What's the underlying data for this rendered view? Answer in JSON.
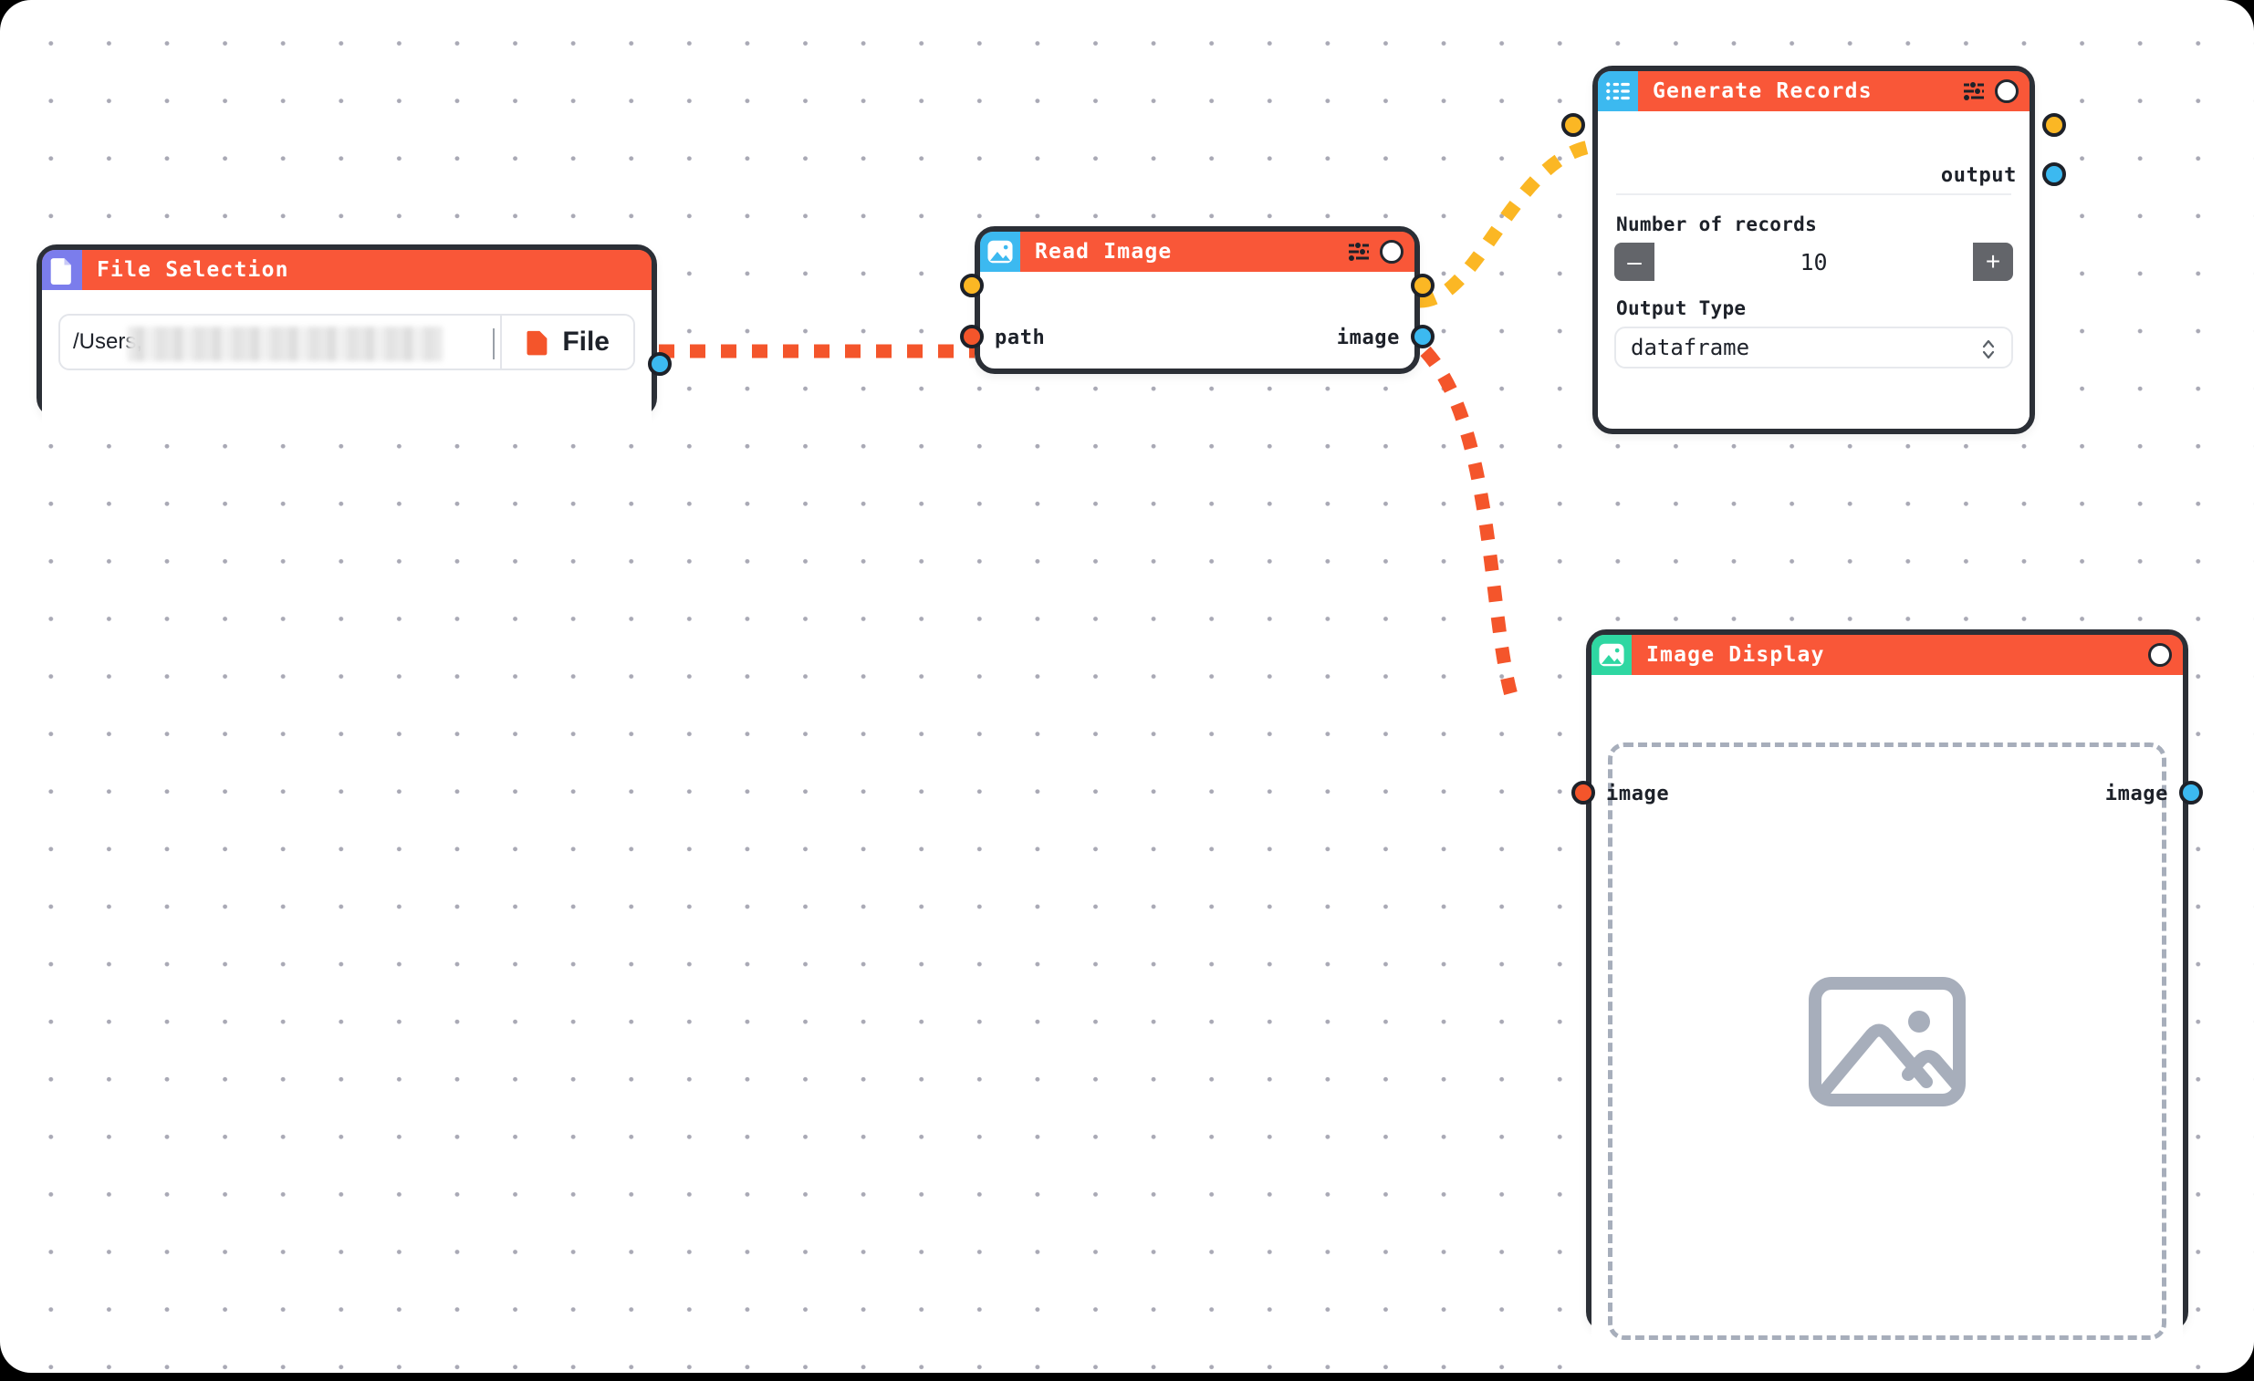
{
  "canvas": {
    "background_color": "#ffffff",
    "dot_color": "#a9a9b5",
    "outer_color": "#000000"
  },
  "palette": {
    "header_orange": "#f95738",
    "icon_blue": "#3cb9f0",
    "icon_indigo": "#7b7dec",
    "icon_green": "#2fd7a2",
    "port_yellow": "#fbb724",
    "port_blue": "#3cb9f0",
    "port_red": "#f4552b",
    "node_border": "#2b2f36",
    "placeholder_gray": "#a7aebb"
  },
  "nodes": [
    {
      "id": "file-selection",
      "title": "File Selection",
      "icon": "document-icon",
      "icon_color": "#7b7dec",
      "has_settings_icon": false,
      "has_status_dot": false,
      "path_value": "/Users,",
      "path_redacted": true,
      "file_button_label": "File",
      "file_button_icon": "file-icon",
      "ports": [
        {
          "name": "output",
          "label": "",
          "color": "#3cb9f0",
          "side": "right"
        }
      ]
    },
    {
      "id": "read-image",
      "title": "Read Image",
      "icon": "image-icon",
      "icon_color": "#3cb9f0",
      "has_settings_icon": true,
      "has_status_dot": true,
      "ports": [
        {
          "name": "control-in",
          "label": "",
          "color": "#fbb724",
          "side": "left"
        },
        {
          "name": "path",
          "label": "path",
          "color": "#f4552b",
          "side": "left"
        },
        {
          "name": "control-out",
          "label": "",
          "color": "#fbb724",
          "side": "right"
        },
        {
          "name": "image",
          "label": "image",
          "color": "#3cb9f0",
          "side": "right"
        }
      ]
    },
    {
      "id": "generate-records",
      "title": "Generate Records",
      "icon": "list-icon",
      "icon_color": "#3cb9f0",
      "has_settings_icon": true,
      "has_status_dot": true,
      "ports": [
        {
          "name": "control-in",
          "label": "",
          "color": "#fbb724",
          "side": "left"
        },
        {
          "name": "control-out",
          "label": "",
          "color": "#fbb724",
          "side": "right"
        },
        {
          "name": "output",
          "label": "output",
          "color": "#3cb9f0",
          "side": "right"
        }
      ],
      "fields": [
        {
          "label": "Number of records",
          "type": "stepper",
          "value": "10",
          "decrement_label": "–",
          "increment_label": "+"
        },
        {
          "label": "Output Type",
          "type": "select",
          "value": "dataframe"
        }
      ]
    },
    {
      "id": "image-display",
      "title": "Image Display",
      "icon": "image-icon",
      "icon_color": "#2fd7a2",
      "has_settings_icon": false,
      "has_status_dot": true,
      "placeholder_icon": "image-placeholder-icon",
      "ports": [
        {
          "name": "image-in",
          "label": "image",
          "color": "#f4552b",
          "side": "left"
        },
        {
          "name": "image-out",
          "label": "image",
          "color": "#3cb9f0",
          "side": "right"
        }
      ]
    }
  ],
  "edges": [
    {
      "id": "file-to-path",
      "from": "file-selection.output",
      "to": "read-image.path",
      "color": "#f4552b",
      "style": "dashed",
      "shape": "straight"
    },
    {
      "id": "readimage-to-generate",
      "from": "read-image.control-out",
      "to": "generate-records.control-in",
      "color": "#fbb724",
      "style": "dashed",
      "shape": "curve"
    },
    {
      "id": "readimage-to-display",
      "from": "read-image.image",
      "to": "image-display.image-in",
      "color": "#f4552b",
      "style": "dashed",
      "shape": "curve"
    }
  ]
}
